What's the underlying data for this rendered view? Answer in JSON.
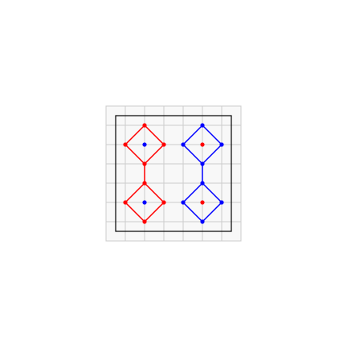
{
  "board": {
    "grid": {
      "columns": 7,
      "rows": 7,
      "line_color": "#cccccc",
      "background": "#f8f8f8"
    },
    "frame": {
      "color": "#000000"
    },
    "colors": {
      "red": "#ff0000",
      "blue": "#0000ff"
    },
    "pieces": [
      {
        "id": "top-left",
        "outline_color": "red",
        "center": {
          "col": 2,
          "row": 2,
          "color": "blue"
        },
        "vertices": [
          {
            "col": 2,
            "row": 1,
            "color": "red"
          },
          {
            "col": 3,
            "row": 2,
            "color": "red"
          },
          {
            "col": 2,
            "row": 3,
            "color": "red"
          },
          {
            "col": 1,
            "row": 2,
            "color": "red"
          }
        ]
      },
      {
        "id": "top-right",
        "outline_color": "blue",
        "center": {
          "col": 5,
          "row": 2,
          "color": "red"
        },
        "vertices": [
          {
            "col": 5,
            "row": 1,
            "color": "blue"
          },
          {
            "col": 6,
            "row": 2,
            "color": "blue"
          },
          {
            "col": 5,
            "row": 3,
            "color": "blue"
          },
          {
            "col": 4,
            "row": 2,
            "color": "blue"
          }
        ]
      },
      {
        "id": "bottom-left",
        "outline_color": "red",
        "center": {
          "col": 2,
          "row": 5,
          "color": "blue"
        },
        "vertices": [
          {
            "col": 2,
            "row": 4,
            "color": "red"
          },
          {
            "col": 3,
            "row": 5,
            "color": "red"
          },
          {
            "col": 2,
            "row": 6,
            "color": "red"
          },
          {
            "col": 1,
            "row": 5,
            "color": "red"
          }
        ]
      },
      {
        "id": "bottom-right",
        "outline_color": "blue",
        "center": {
          "col": 5,
          "row": 5,
          "color": "red"
        },
        "vertices": [
          {
            "col": 5,
            "row": 4,
            "color": "blue"
          },
          {
            "col": 6,
            "row": 5,
            "color": "blue"
          },
          {
            "col": 5,
            "row": 6,
            "color": "blue"
          },
          {
            "col": 4,
            "row": 5,
            "color": "blue"
          }
        ]
      }
    ],
    "links": [
      {
        "from": {
          "col": 2,
          "row": 3
        },
        "to": {
          "col": 2,
          "row": 4
        },
        "color": "red"
      },
      {
        "from": {
          "col": 5,
          "row": 3
        },
        "to": {
          "col": 5,
          "row": 4
        },
        "color": "blue"
      }
    ]
  }
}
